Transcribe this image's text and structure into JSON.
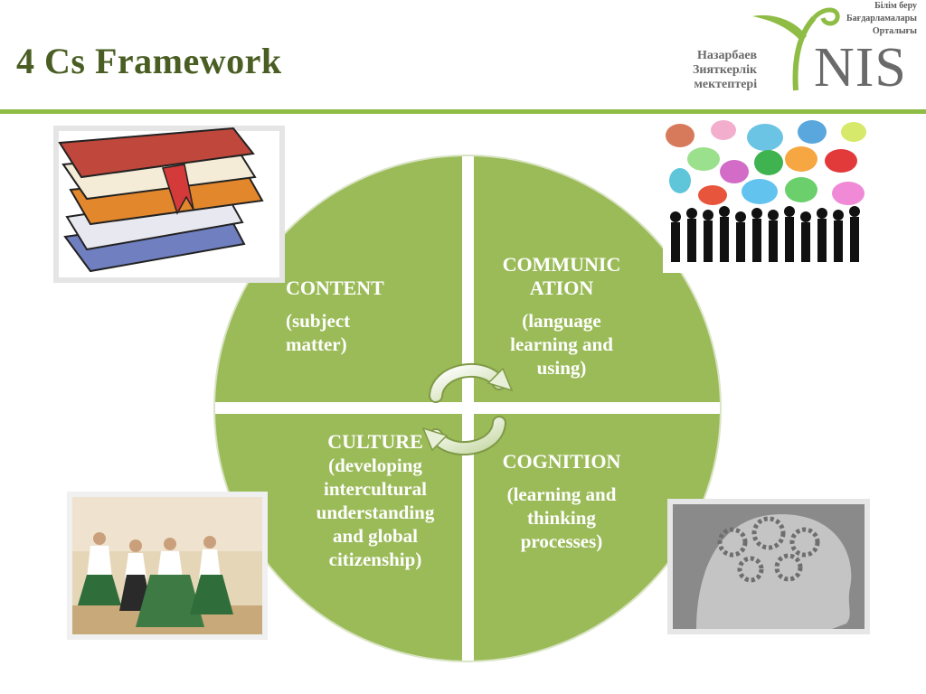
{
  "header": {
    "title": "4 Cs Framework",
    "rule_color": "#8fbc45"
  },
  "logo": {
    "tagline_line1": "Білім беру",
    "tagline_line2": "Бағдарламалары",
    "tagline_line3": "Орталығы",
    "name_line1": "Назарбаев",
    "name_line2": "Зияткерлік",
    "name_line3": "мектептері",
    "acronym": "NIS",
    "accent_color": "#8fbc45"
  },
  "diagram": {
    "fill_color": "#9bbb59",
    "quadrants": [
      {
        "id": "content",
        "title": "CONTENT",
        "desc_line1": "(subject",
        "desc_line2": "matter)"
      },
      {
        "id": "communication",
        "title_line1": "COMMUNIC",
        "title_line2": "ATION",
        "desc_line1": "(language",
        "desc_line2": "learning and",
        "desc_line3": "using)"
      },
      {
        "id": "culture",
        "title": "CULTURE",
        "desc_line1": "(developing",
        "desc_line2": "intercultural",
        "desc_line3": "understanding",
        "desc_line4": "and global",
        "desc_line5": "citizenship)"
      },
      {
        "id": "cognition",
        "title": "COGNITION",
        "desc_line1": "(learning and",
        "desc_line2": "thinking",
        "desc_line3": "processes)"
      }
    ]
  },
  "images": {
    "books": "books-illustration",
    "speech": "speech-bubbles-crowd",
    "dancers": "folk-dancers-photo",
    "gears": "gears-head-illustration"
  }
}
